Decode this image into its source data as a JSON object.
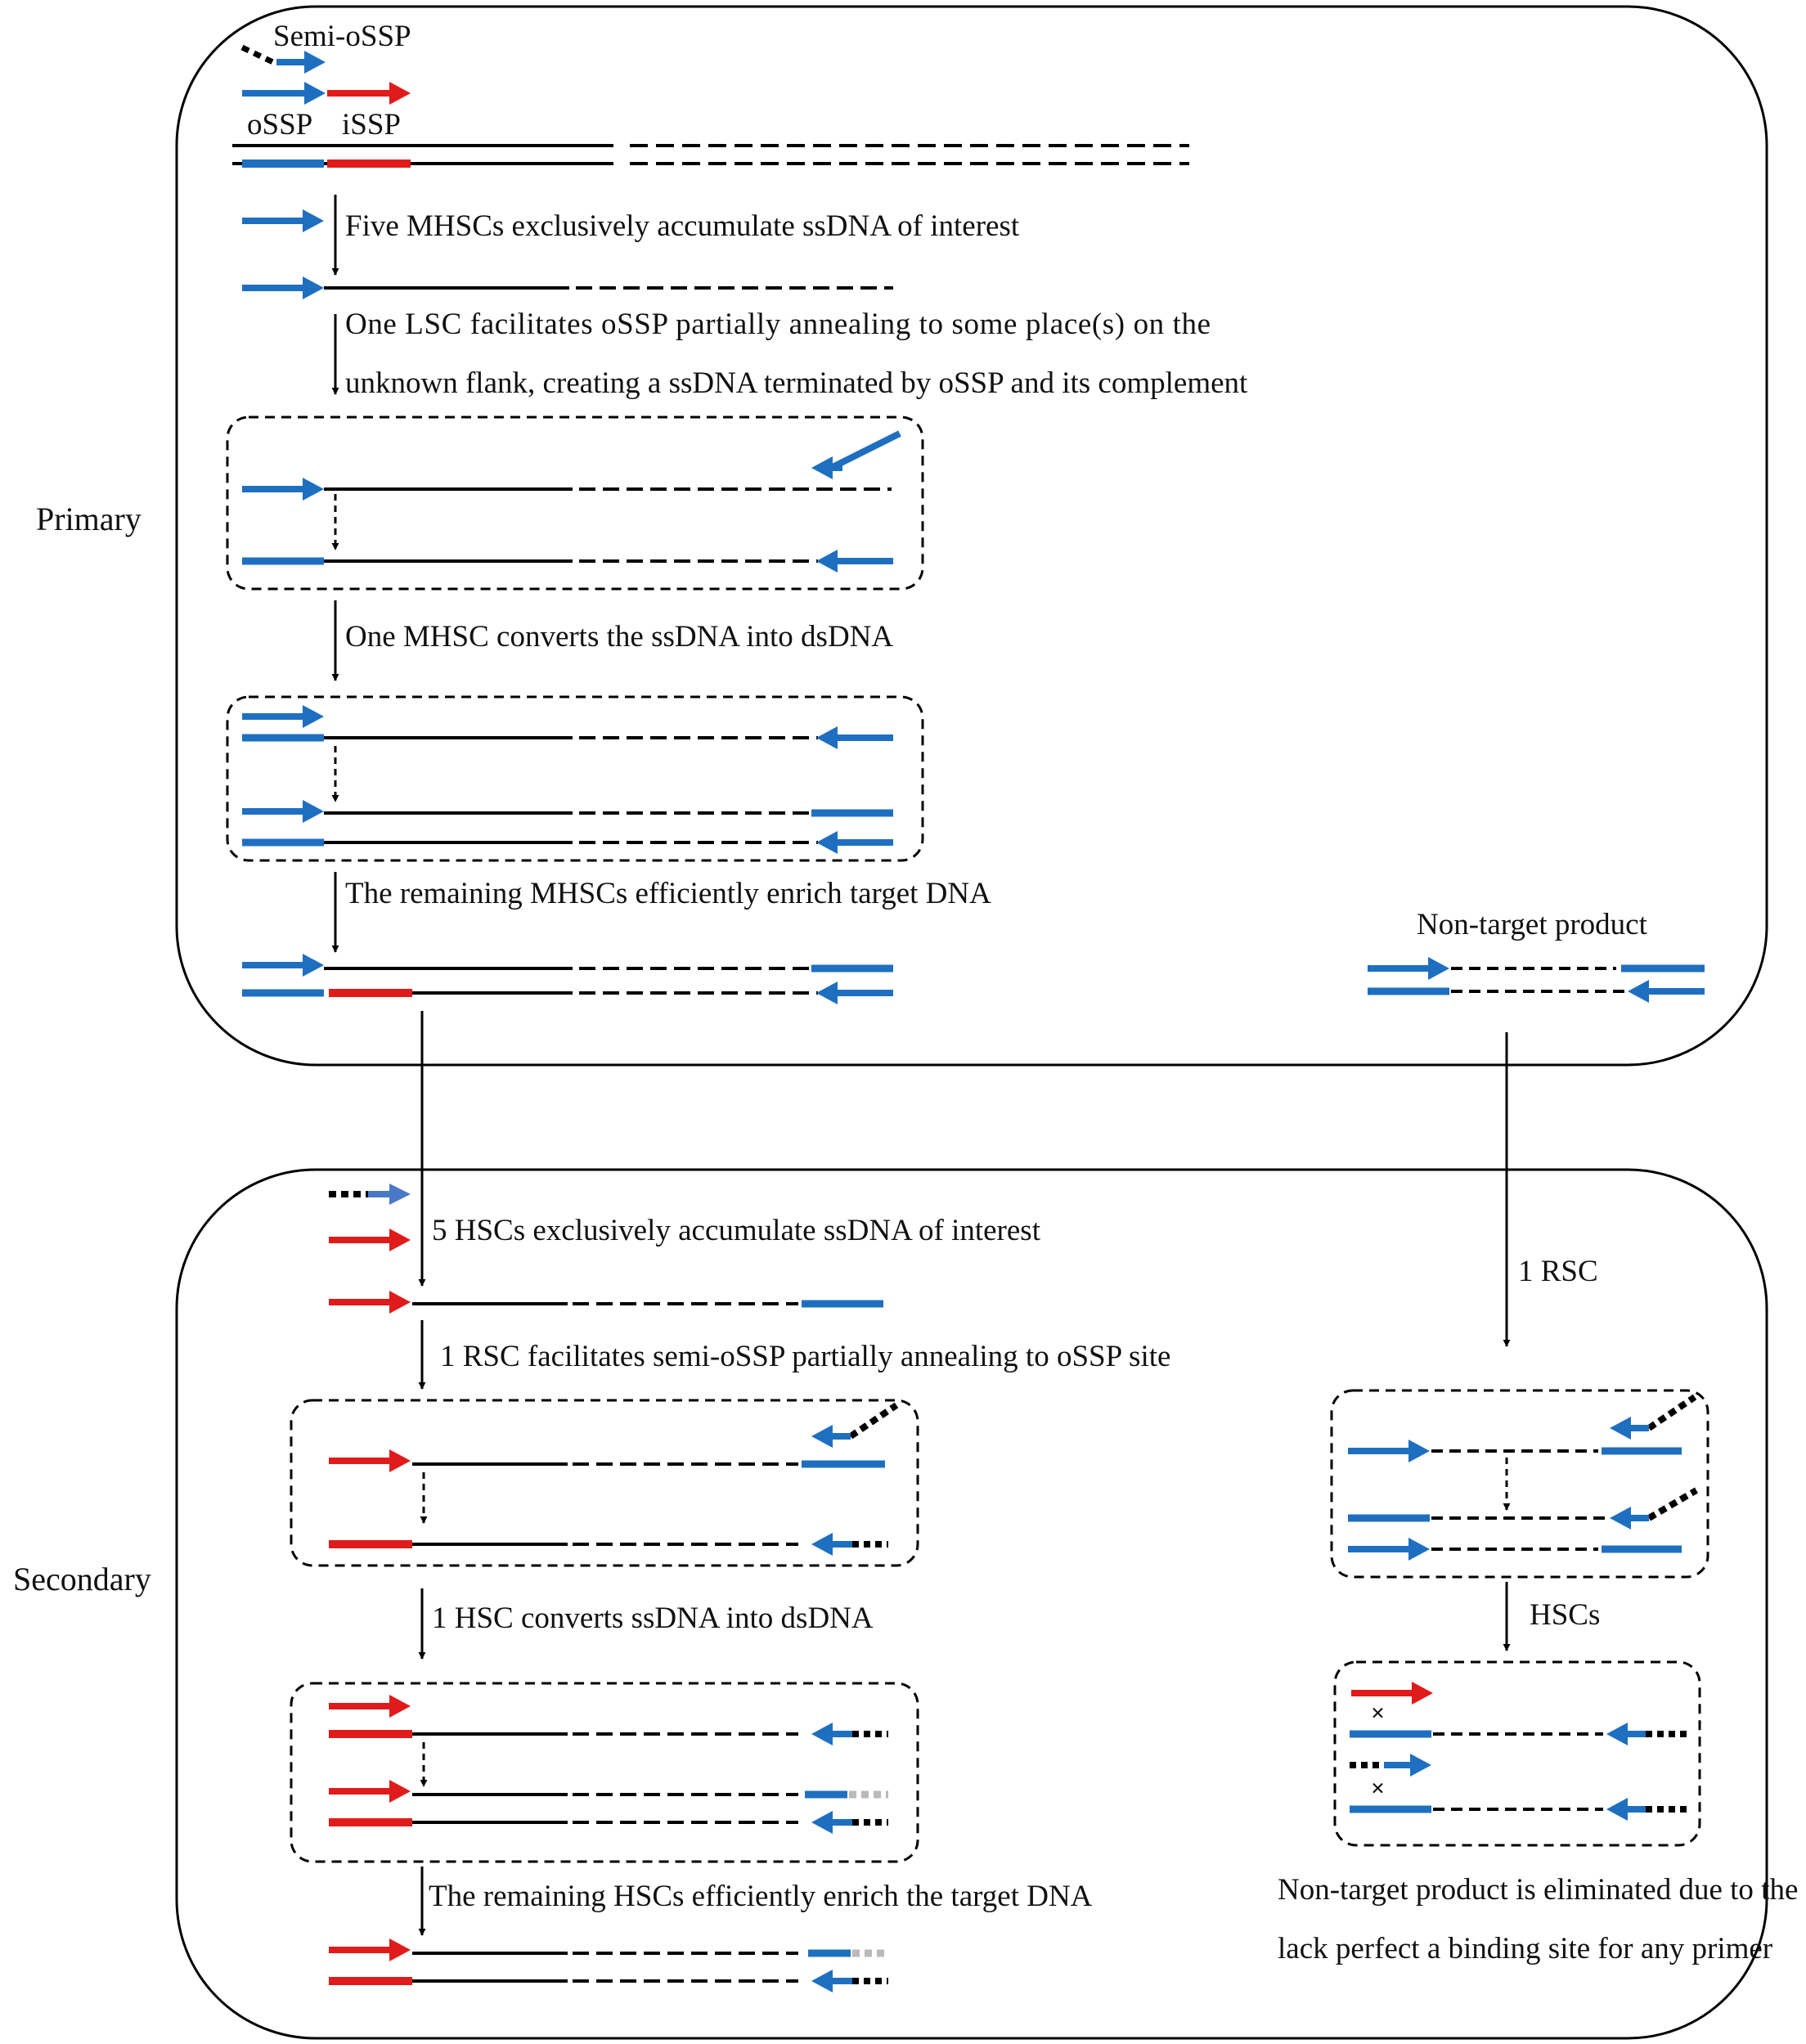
{
  "colors": {
    "blue": "#1f6fc0",
    "red": "#e01b1b",
    "black": "#000000",
    "gray": "#b9b9b9",
    "blue_light": "#4a78c8"
  },
  "panels": {
    "primary": {
      "label": "Primary",
      "primer_labels": {
        "semi_ossp": "Semi-oSSP",
        "ossp": "oSSP",
        "issp": "iSSP"
      },
      "steps": [
        "Five MHSCs exclusively accumulate ssDNA of interest",
        "One LSC facilitates oSSP partially annealing to some place(s) on the",
        "unknown flank, creating a ssDNA terminated by oSSP and its complement",
        "One MHSC converts the ssDNA into dsDNA",
        "The remaining MHSCs efficiently enrich target DNA"
      ],
      "non_target_label": "Non-target product"
    },
    "secondary": {
      "label": "Secondary",
      "steps": [
        "5 HSCs exclusively accumulate ssDNA of interest",
        "1 RSC facilitates semi-oSSP partially annealing to oSSP site",
        "1 HSC converts ssDNA into dsDNA",
        "The remaining HSCs efficiently enrich the target DNA"
      ],
      "right_steps": [
        "1 RSC",
        "HSCs"
      ],
      "conclusion": [
        "Non-target product is eliminated due to the",
        "lack perfect a binding site for any primer"
      ],
      "mismatch_marks": [
        "×",
        "×"
      ]
    }
  }
}
